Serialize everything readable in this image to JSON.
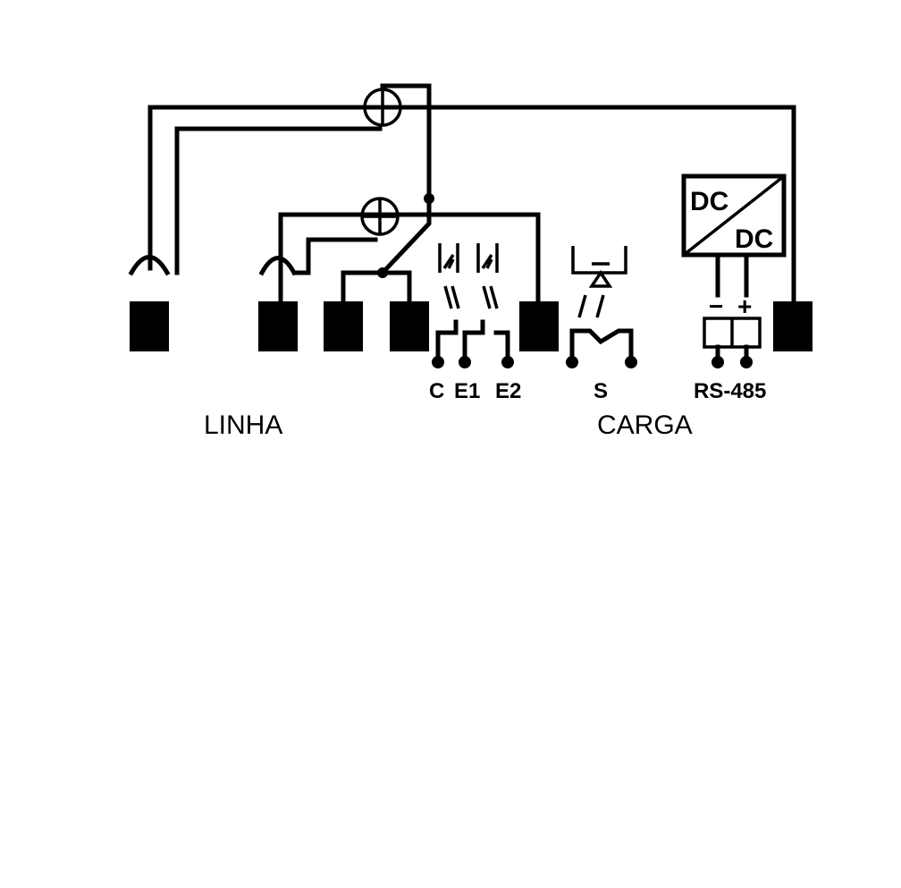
{
  "labels": {
    "linha": "LINHA",
    "carga": "CARGA",
    "c": "C",
    "e1": "E1",
    "e2": "E2",
    "s": "S",
    "rs485": "RS-485",
    "dc_top": "DC",
    "dc_bottom": "DC",
    "minus": "−",
    "plus": "+"
  },
  "colors": {
    "ink": "#000000",
    "background": "#ffffff"
  }
}
